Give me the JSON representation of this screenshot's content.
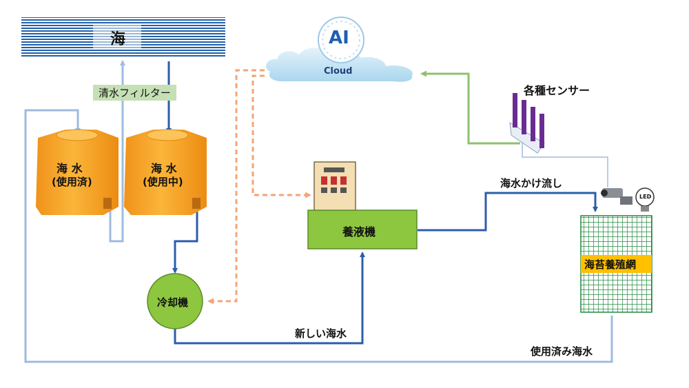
{
  "sea": {
    "label": "海"
  },
  "filter": {
    "label": "清水フィルター"
  },
  "tank_used": {
    "line1": "海 水",
    "line2": "(使用済)"
  },
  "tank_active": {
    "line1": "海 水",
    "line2": "(使用中)"
  },
  "cloud": {
    "ai_label": "AI",
    "label": "Cloud"
  },
  "sensors": {
    "label": "各種センサー"
  },
  "nutrient_machine": {
    "label": "養液機"
  },
  "cooler": {
    "label": "冷却機"
  },
  "net": {
    "label": "海苔養殖網"
  },
  "led": {
    "label": "LED"
  },
  "edges": {
    "pour_label": "海水かけ流し",
    "new_water_label": "新しい海水",
    "used_water_label": "使用済み海水"
  },
  "colors": {
    "water_blue": "#2b5ea8",
    "return_blue": "#9dbbdf",
    "green_line": "#8cc26d",
    "orange_dash": "#f2a577",
    "tank_orange": "#f7a21b",
    "machine_green": "#8dc63f",
    "label_bg_green": "#c5e0b4",
    "net_green": "#1f8a3c",
    "net_label_bg": "#ffc000",
    "sensor_purple": "#6a2c91"
  }
}
